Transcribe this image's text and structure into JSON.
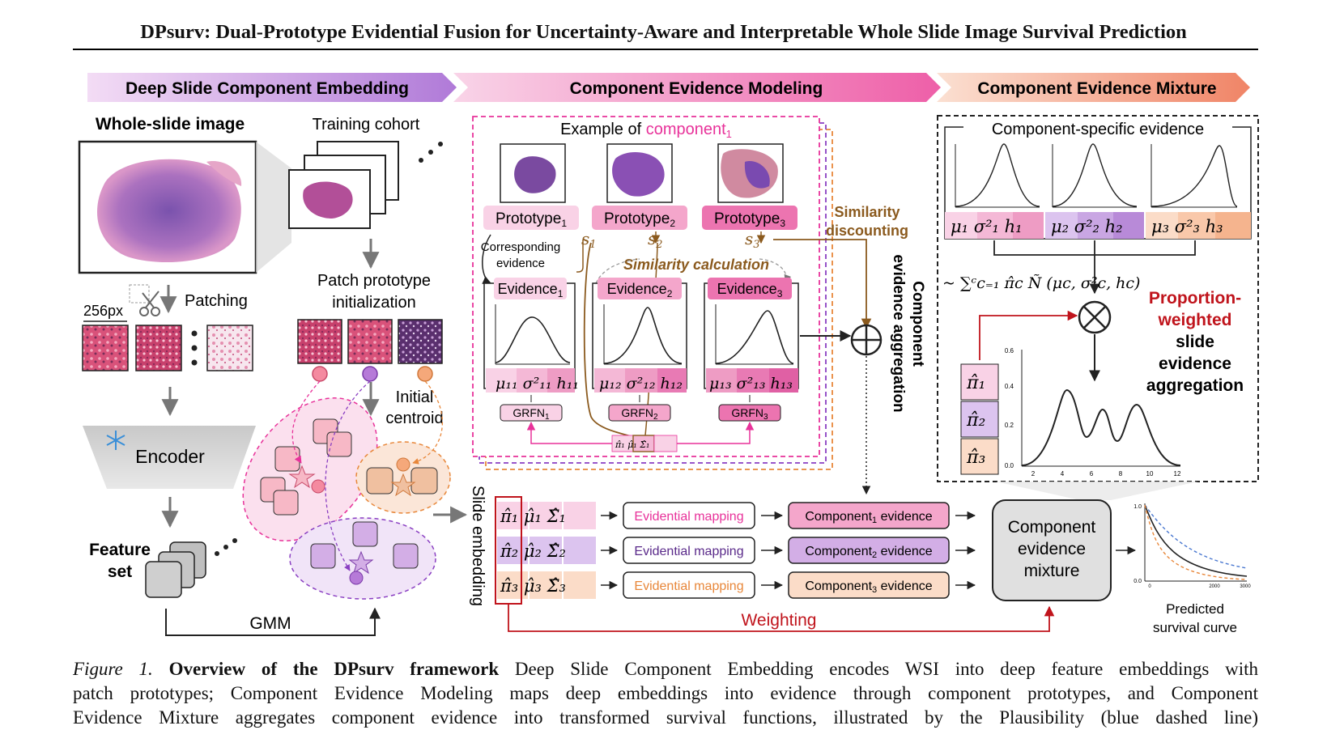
{
  "paper_title": "DPsurv: Dual-Prototype Evidential Fusion for Uncertainty-Aware and Interpretable Whole Slide Image Survival Prediction",
  "sections": {
    "s1": "Deep Slide Component Embedding",
    "s2": "Component Evidence Modeling",
    "s3": "Component Evidence Mixture"
  },
  "panel1": {
    "wsi_label": "Whole-slide image",
    "training_cohort": "Training cohort",
    "patch_size": "256px",
    "patching": "Patching",
    "patch_proto_line1": "Patch prototype",
    "patch_proto_line2": "initialization",
    "initial_line1": "Initial",
    "initial_line2": "centroid",
    "encoder": "Encoder",
    "feature_line1": "Feature",
    "feature_line2": "set",
    "gmm": "GMM"
  },
  "panel2": {
    "example_prefix": "Example of ",
    "example_component": "component",
    "example_sub": "1",
    "prototypes": [
      "Prototype",
      "Prototype",
      "Prototype"
    ],
    "evidences": [
      "Evidence",
      "Evidence",
      "Evidence"
    ],
    "subs": [
      "1",
      "2",
      "3"
    ],
    "grfn": [
      "GRFN",
      "GRFN",
      "GRFN"
    ],
    "s_labels": [
      "s",
      "s",
      "s"
    ],
    "corresponding_line1": "Corresponding",
    "corresponding_line2": "evidence",
    "similarity_calc": "Similarity calculation",
    "similarity_disc_line1": "Similarity",
    "similarity_disc_line2": "discounting",
    "aggregation_line1": "Component",
    "aggregation_line2": "evidence aggregation",
    "slide_embedding": "Slide embedding",
    "mapping": [
      "Evidential mapping",
      "Evidential mapping",
      "Evidential mapping"
    ],
    "component_evidence": [
      "Component",
      "Component",
      "Component"
    ],
    "evidence_word": "evidence",
    "weighting": "Weighting"
  },
  "panel3": {
    "component_specific": "Component-specific evidence",
    "proportion_lines": [
      "Proportion-",
      "weighted",
      "slide",
      "evidence",
      "aggregation"
    ],
    "mixture_lines": [
      "Component",
      "evidence",
      "mixture"
    ],
    "predicted_line1": "Predicted",
    "predicted_line2": "survival curve"
  },
  "caption": {
    "label": "Figure 1.",
    "bold": "Overview of the DPsurv framework",
    "line1_rest": " Deep Slide Component Embedding encodes WSI into deep feature embeddings with",
    "line2": "patch prototypes; Component Evidence Modeling maps deep embeddings into evidence through component prototypes, and Component",
    "line3": "Evidence Mixture aggregates component evidence into transformed survival functions, illustrated by the Plausibility (blue dashed line)"
  },
  "colors": {
    "pink": "#e8329a",
    "purple": "#8a3fc2",
    "orange": "#e8873a",
    "brown": "#8b5a1e",
    "red": "#c0141c"
  }
}
